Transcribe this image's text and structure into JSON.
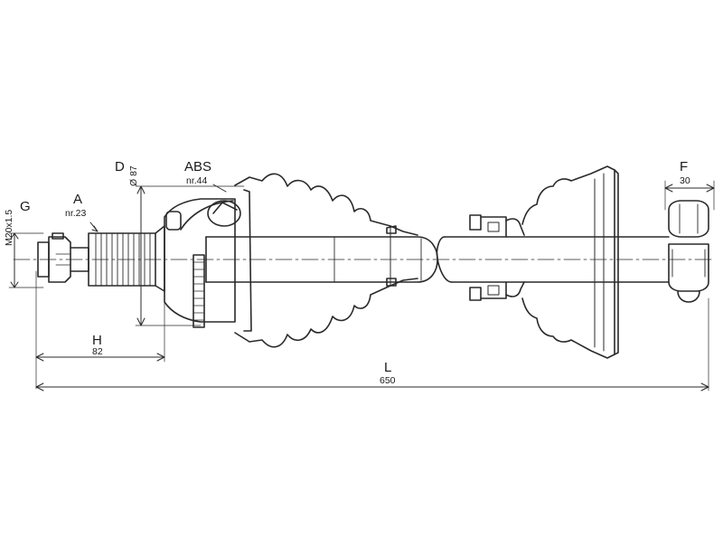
{
  "callouts": {
    "a": {
      "letter": "A",
      "sub": "nr.23"
    },
    "abs": {
      "letter": "ABS",
      "sub": "nr.44"
    },
    "d": {
      "letter": "D",
      "sub": "Ø 87"
    },
    "g": {
      "letter": "G",
      "sub": "M20x1.5"
    },
    "h": {
      "letter": "H",
      "sub": "82"
    },
    "l": {
      "letter": "L",
      "sub": "650"
    },
    "f": {
      "letter": "F",
      "sub": "30"
    }
  }
}
